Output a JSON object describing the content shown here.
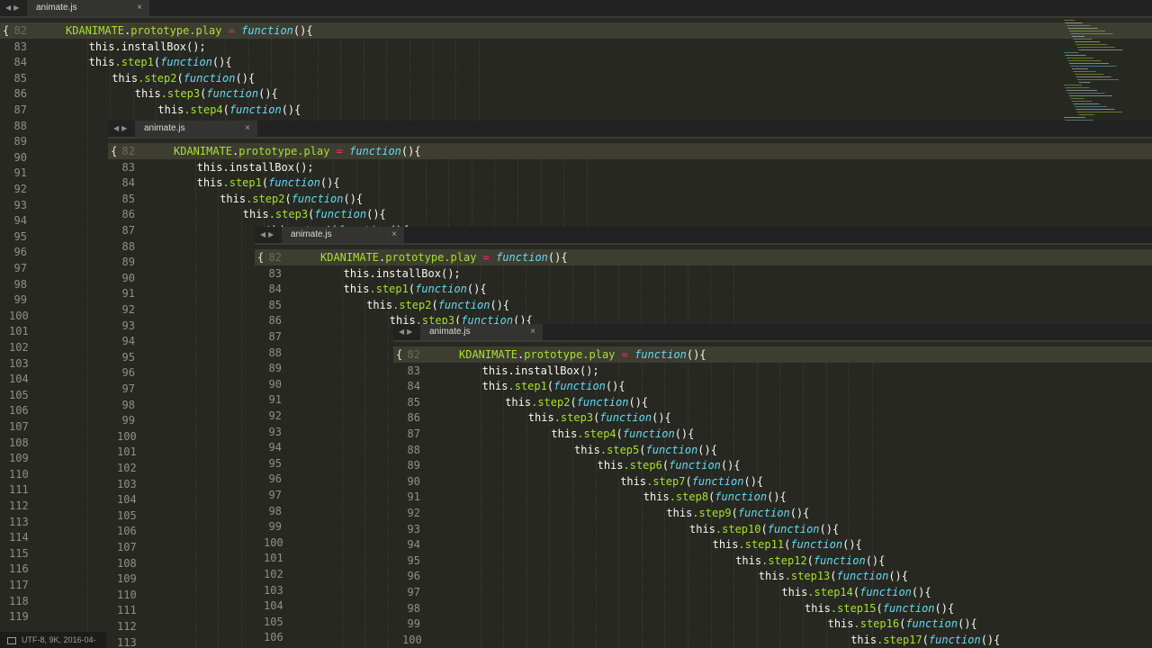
{
  "windows": [
    {
      "file": "animate.js",
      "first_line": 82,
      "rows": 38,
      "tab_close": "×"
    },
    {
      "file": "animate.js",
      "first_line": 82,
      "rows": 31,
      "tab_close": "×"
    },
    {
      "file": "animate.js",
      "first_line": 82,
      "rows": 25,
      "tab_close": "×"
    },
    {
      "file": "animate.js",
      "first_line": 82,
      "rows": 19,
      "tab_close": "×"
    }
  ],
  "back_layers": [
    {
      "numbers": [
        83,
        84,
        85,
        86,
        87,
        88,
        89,
        90,
        91,
        92,
        93,
        94,
        95,
        96,
        97,
        98,
        99,
        100,
        101,
        102,
        103,
        104,
        105,
        106,
        107,
        108,
        109,
        110,
        111,
        112,
        113,
        114,
        115,
        116,
        117,
        118,
        119
      ]
    },
    {
      "numbers": [
        83,
        84,
        85,
        86,
        87,
        88,
        89,
        90,
        91,
        92,
        93,
        94,
        95,
        96,
        97,
        98,
        99,
        100,
        101,
        102,
        103,
        104,
        105,
        106,
        107,
        108,
        109,
        110,
        111,
        112,
        113
      ]
    },
    {
      "numbers": [
        83,
        84,
        85,
        86,
        87,
        88,
        89,
        90,
        91,
        92,
        93,
        94,
        95,
        96,
        97,
        98,
        99,
        100,
        101,
        102,
        103,
        104,
        105,
        106
      ]
    },
    {
      "numbers": [
        83,
        84,
        85,
        86,
        87,
        88,
        89,
        90,
        91,
        92,
        93,
        94,
        95,
        96,
        97,
        98,
        99,
        100
      ]
    }
  ],
  "code": {
    "brace": "{",
    "line82": {
      "obj": "KDANIMATE",
      "dot": ".",
      "proto": "prototype",
      "play": ".play",
      "eq": " = ",
      "fn": "function",
      "paren": "(){"
    },
    "line83": "this.installBox();",
    "steps": [
      {
        "this": "this",
        "name": ".step1",
        "open": "(",
        "fn": "function",
        "close": "(){"
      },
      {
        "this": "this",
        "name": ".step2",
        "open": "(",
        "fn": "function",
        "close": "(){"
      },
      {
        "this": "this",
        "name": ".step3",
        "open": "(",
        "fn": "function",
        "close": "(){"
      },
      {
        "this": "this",
        "name": ".step4",
        "open": "(",
        "fn": "function",
        "close": "(){"
      },
      {
        "this": "this",
        "name": ".step5",
        "open": "(",
        "fn": "function",
        "close": "(){"
      },
      {
        "this": "this",
        "name": ".step6",
        "open": "(",
        "fn": "function",
        "close": "(){"
      },
      {
        "this": "this",
        "name": ".step7",
        "open": "(",
        "fn": "function",
        "close": "(){"
      },
      {
        "this": "this",
        "name": ".step8",
        "open": "(",
        "fn": "function",
        "close": "(){"
      },
      {
        "this": "this",
        "name": ".step9",
        "open": "(",
        "fn": "function",
        "close": "(){"
      },
      {
        "this": "this",
        "name": ".step10",
        "open": "(",
        "fn": "function",
        "close": "(){"
      },
      {
        "this": "this",
        "name": ".step11",
        "open": "(",
        "fn": "function",
        "close": "(){"
      },
      {
        "this": "this",
        "name": ".step12",
        "open": "(",
        "fn": "function",
        "close": "(){"
      },
      {
        "this": "this",
        "name": ".step13",
        "open": "(",
        "fn": "function",
        "close": "(){"
      },
      {
        "this": "this",
        "name": ".step14",
        "open": "(",
        "fn": "function",
        "close": "(){"
      },
      {
        "this": "this",
        "name": ".step15",
        "open": "(",
        "fn": "function",
        "close": "(){"
      },
      {
        "this": "this",
        "name": ".step16",
        "open": "(",
        "fn": "function",
        "close": "(){"
      },
      {
        "this": "this",
        "name": ".step17",
        "open": "(",
        "fn": "function",
        "close": "(){"
      }
    ]
  },
  "status": {
    "text": "UTF-8, 9K, 2016-04-"
  },
  "colors": {
    "background": "#272822",
    "highlight": "#3e3d32",
    "green": "#a6e22e",
    "blue": "#66d9ef",
    "pink": "#f92672",
    "text": "#f8f8f2",
    "gutter": "#90908a"
  }
}
